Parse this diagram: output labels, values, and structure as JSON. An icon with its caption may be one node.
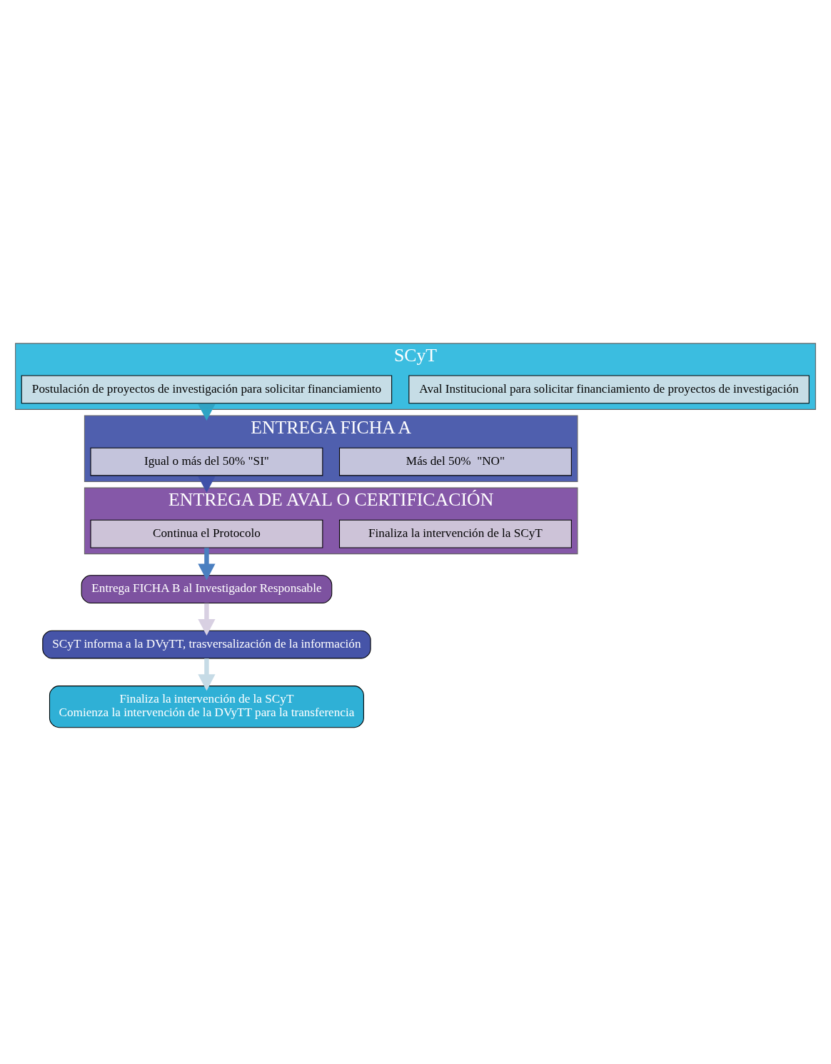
{
  "diagram": {
    "nodes": [
      {
        "text": [
          "SCyT"
        ]
      },
      {
        "text": [
          "Aval Institucional para solicitar financiamiento de proyectos de investigación"
        ],
        "in": 0
      },
      {
        "text": [
          "Postulación de proyectos de investigación para solicitar financiamiento"
        ],
        "in": 0
      },
      {
        "text": [
          "ENTREGA FICHA A"
        ]
      },
      {
        "text": [
          "Más del 50%  \"NO\""
        ],
        "in": 3
      },
      {
        "text": [
          "Igual o más del 50% \"SI\""
        ],
        "in": 3
      },
      {
        "text": [
          "ENTREGA DE AVAL O CERTIFICACIÓN"
        ]
      },
      {
        "text": [
          "Finaliza la intervención de la SCyT"
        ],
        "in": 6
      },
      {
        "text": [
          "Continua el Protocolo"
        ],
        "in": 6
      },
      {
        "text": [
          "Entrega FICHA B al Investigador Responsable"
        ]
      },
      {
        "text": [
          "SCyT informa a la DVyTT, trasversalización de la información"
        ]
      },
      {
        "text": [
          "Finaliza la intervención de la SCyT",
          "Comienza la intervención de la DVyTT para la transferencia"
        ]
      }
    ],
    "edges": [
      {
        "from": 0,
        "to": 3,
        "arrow": "to",
        "color": "#2fa3c4"
      },
      {
        "from": 3,
        "to": 6,
        "arrow": "to",
        "color": "#3f51a8"
      },
      {
        "from": 8,
        "to": 9,
        "arrow": "to",
        "color": "#4a7fc0"
      },
      {
        "from": 9,
        "to": 10,
        "arrow": "to",
        "color": "#d8d0e2"
      },
      {
        "from": 10,
        "to": 11,
        "arrow": "to",
        "color": "#c6dbe6"
      }
    ]
  }
}
